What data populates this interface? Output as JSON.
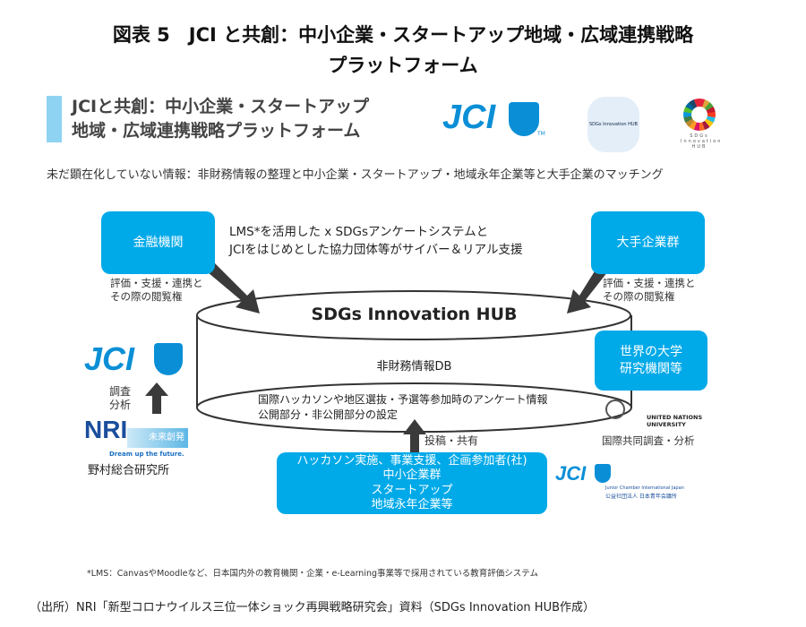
{
  "title": {
    "line1": "図表 5　JCI と共創：中小企業・スタートアップ地域・広域連携戦略",
    "line2": "プラットフォーム"
  },
  "banner": {
    "line1": "JCIと共創：中小企業・スタートアップ",
    "line2": "地域・広域連携戦略プラットフォーム"
  },
  "logos": {
    "jci": "JCI",
    "tm": "TM",
    "hub_logo": "SDGs Innovation HUB",
    "sdgs": [
      "SDGs",
      "Innovation",
      "HUB"
    ],
    "nri": "NRI",
    "nri_tag": "未来創発",
    "nri_slogan": "Dream up the future.",
    "unu": "UNITED NATIONS UNIVERSITY",
    "jcij_en": "Junior Chamber International Japan",
    "jcij_ja": "公益社団法人 日本青年会議所"
  },
  "subtitle": "未だ顕在化していない情報：非財務情報の整理と中小企業・スタートアップ・地域永年企業等と大手企業のマッチング",
  "boxes": {
    "finance": "金融機関",
    "large": "大手企業群",
    "univ": [
      "世界の大学",
      "研究機関等"
    ],
    "bottom": [
      "ハッカソン実施、事業支援、企画参加者(社)",
      "中小企業群",
      "スタートアップ",
      "地域永年企業等"
    ]
  },
  "support_text": [
    "LMS*を活用した x SDGsアンケートシステムと",
    "JCIをはじめとした協力団体等がサイバー＆リアル支援"
  ],
  "rights_left": [
    "評価・支援・連携と",
    "その際の閲覧権"
  ],
  "rights_right": [
    "評価・支援・連携と",
    "その際の閲覧権"
  ],
  "hub": {
    "title": "SDGs Innovation HUB",
    "db": "非財務情報DB",
    "info": [
      "国際ハッカソンや地区選抜・予選等参加時のアンケート情報",
      "公開部分・非公開部分の設定"
    ]
  },
  "research": [
    "調査",
    "分析"
  ],
  "nri_name": "野村総合研究所",
  "post_share": "投稿・共有",
  "intl": "国際共同調査・分析",
  "footnote": "*LMS：CanvasやMoodleなど、日本国内外の教育機関・企業・e-Learning事業等で採用されている教育評価システム",
  "source": "（出所）NRI「新型コロナウイルス三位一体ショック再興戦略研究会」資料（SDGs Innovation HUB作成）",
  "colors": {
    "box": "#00a9e8",
    "banner_bar": "#8ed3f2",
    "arrow": "#3a3a3a"
  }
}
